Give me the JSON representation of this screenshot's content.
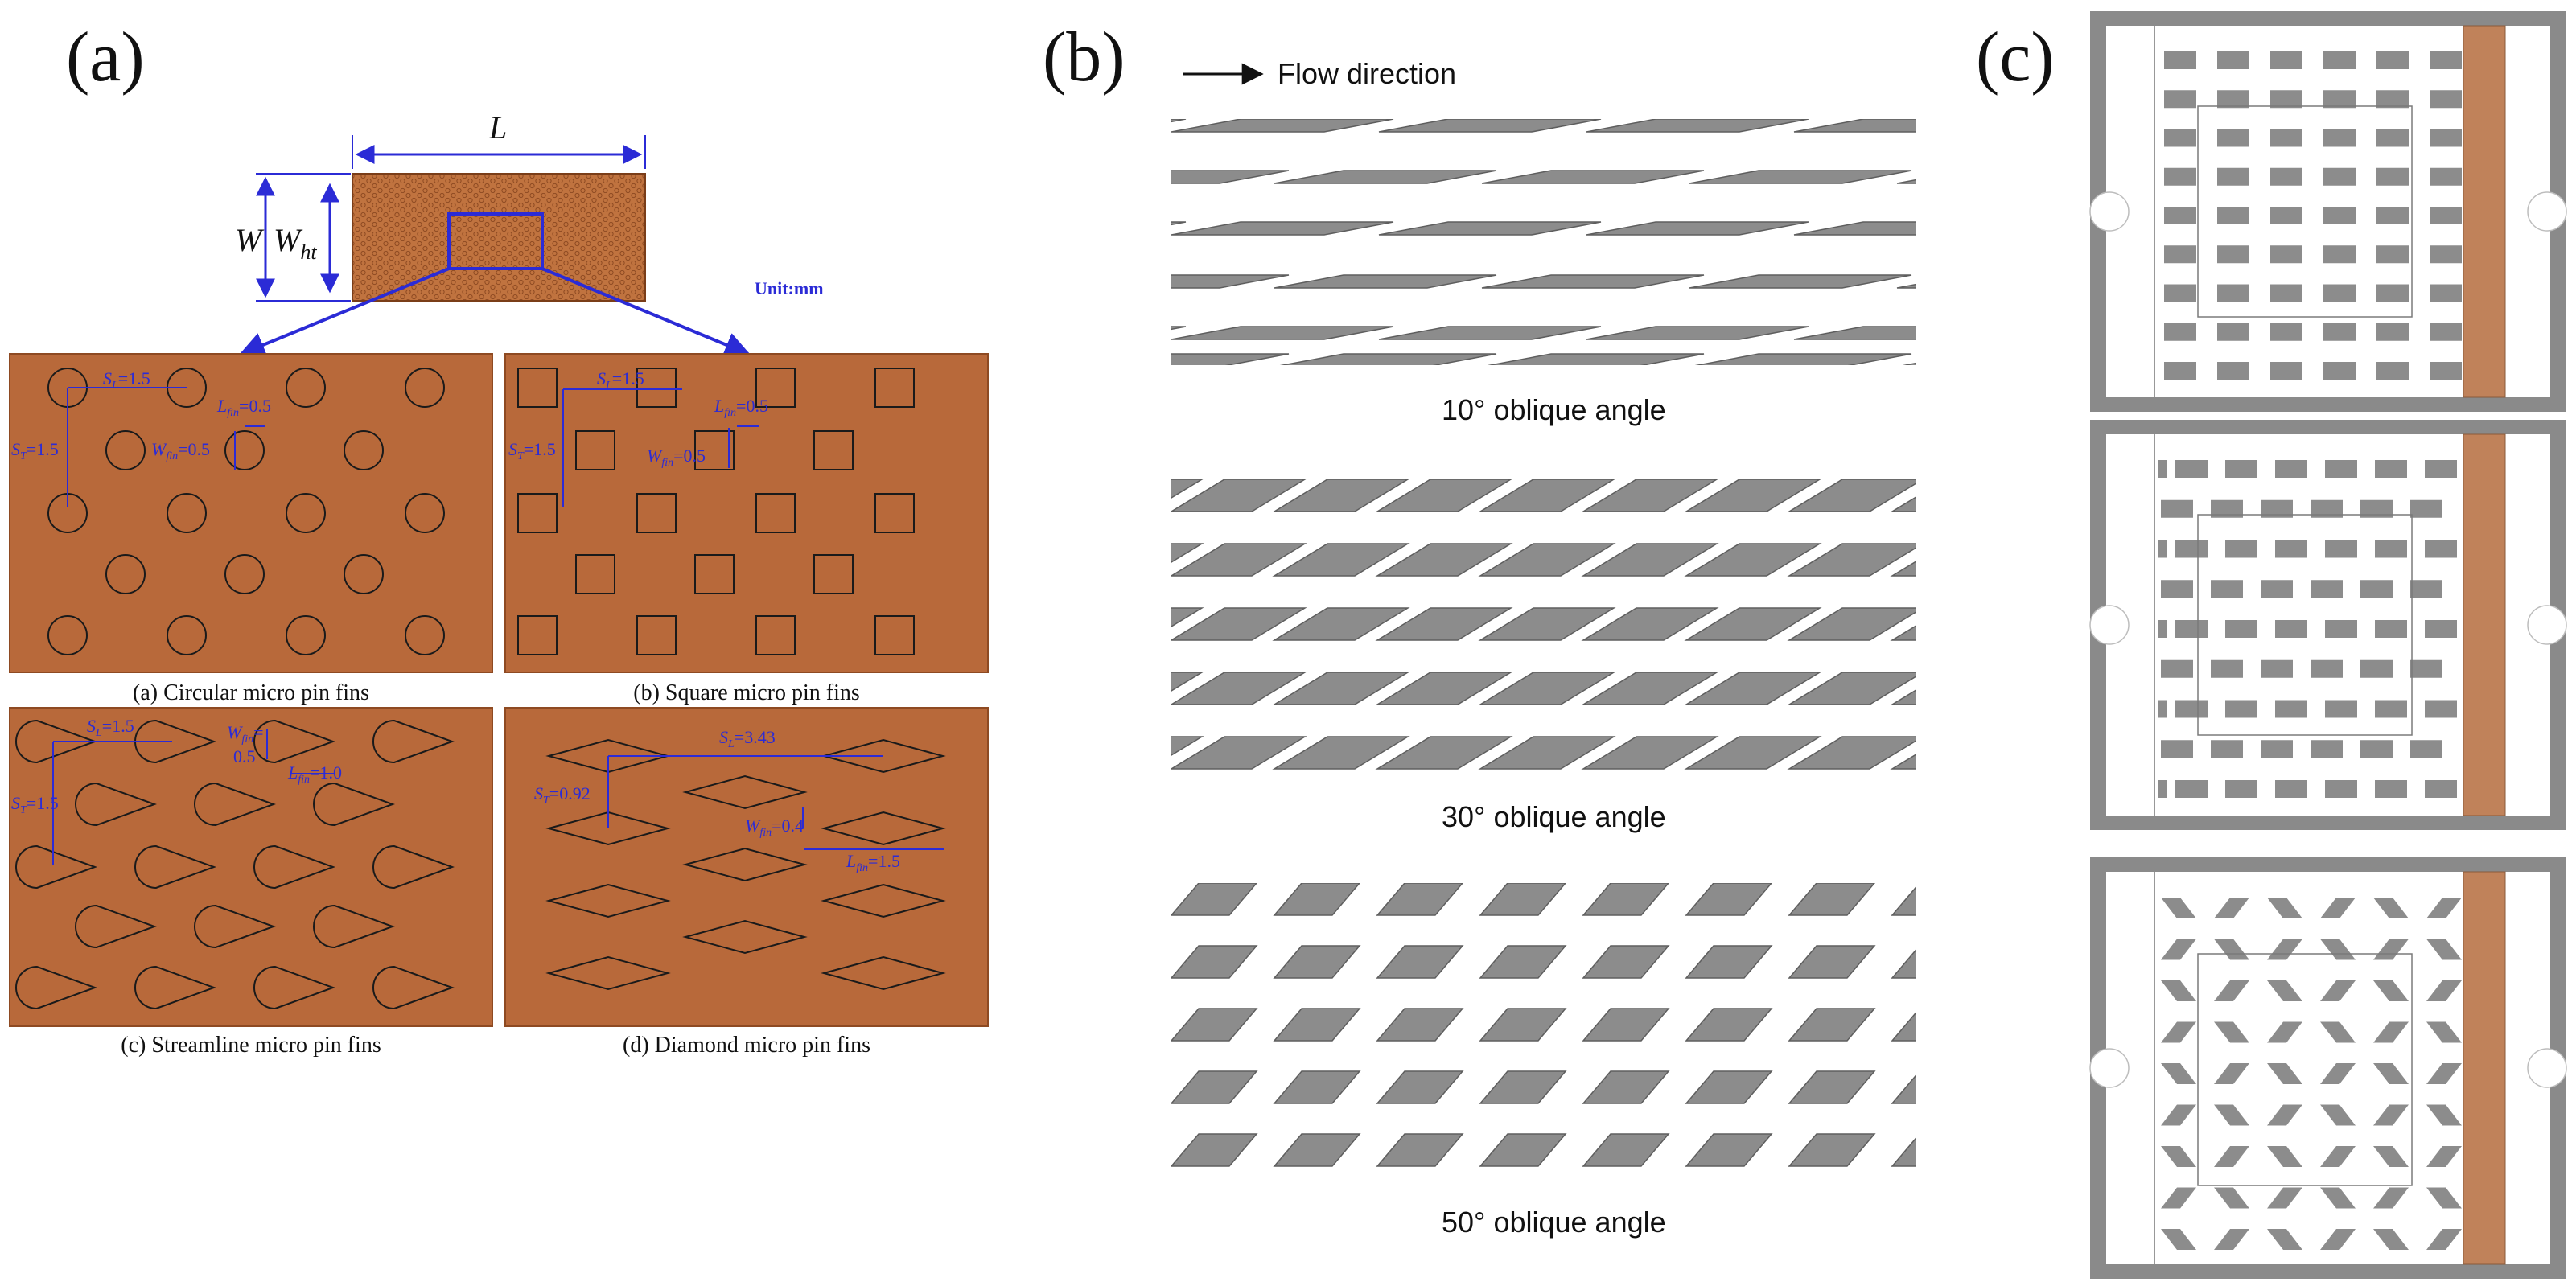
{
  "panels": {
    "a": {
      "label": "(a)",
      "dim_L": "L",
      "dim_W": "W",
      "dim_Wht_main": "W",
      "dim_Wht_sub": "ht",
      "unit": "Unit:mm",
      "sub": [
        {
          "caption": "(a) Circular micro pin fins",
          "ann": [
            {
              "m": "S",
              "s": "L",
              "t": "=1.5"
            },
            {
              "m": "L",
              "s": "fin",
              "t": "=0.5"
            },
            {
              "m": "S",
              "s": "T",
              "t": "=1.5"
            },
            {
              "m": "W",
              "s": "fin",
              "t": "=0.5"
            }
          ]
        },
        {
          "caption": "(b) Square micro pin fins",
          "ann": [
            {
              "m": "S",
              "s": "L",
              "t": "=1.5"
            },
            {
              "m": "L",
              "s": "fin",
              "t": "=0.5"
            },
            {
              "m": "S",
              "s": "T",
              "t": "=1.5"
            },
            {
              "m": "W",
              "s": "fin",
              "t": "=0.5"
            }
          ]
        },
        {
          "caption": "(c) Streamline micro pin fins",
          "ann": [
            {
              "m": "S",
              "s": "L",
              "t": "=1.5"
            },
            {
              "m": "W",
              "s": "fin",
              "t": "="
            },
            {
              "m": "",
              "s": "",
              "t": "0.5"
            },
            {
              "m": "L",
              "s": "fin",
              "t": "=1.0"
            },
            {
              "m": "S",
              "s": "T",
              "t": "=1.5"
            }
          ]
        },
        {
          "caption": "(d) Diamond micro pin fins",
          "ann": [
            {
              "m": "S",
              "s": "L",
              "t": "=3.43"
            },
            {
              "m": "S",
              "s": "T",
              "t": "=0.92"
            },
            {
              "m": "W",
              "s": "fin",
              "t": "=0.4"
            },
            {
              "m": "L",
              "s": "fin",
              "t": "=1.5"
            }
          ]
        }
      ]
    },
    "b": {
      "label": "(b)",
      "flow": "Flow direction",
      "captions": [
        "10° oblique angle",
        "30° oblique angle",
        "50° oblique angle"
      ]
    },
    "c": {
      "label": "(c)"
    }
  },
  "colors": {
    "copper": "#b8693a",
    "copper_dark": "#a35a2f",
    "annotation_blue": "#2b2bd6",
    "fin_gray": "#8c8c8c",
    "frame_gray": "#8a8a8a",
    "heater": "#c0825a"
  }
}
